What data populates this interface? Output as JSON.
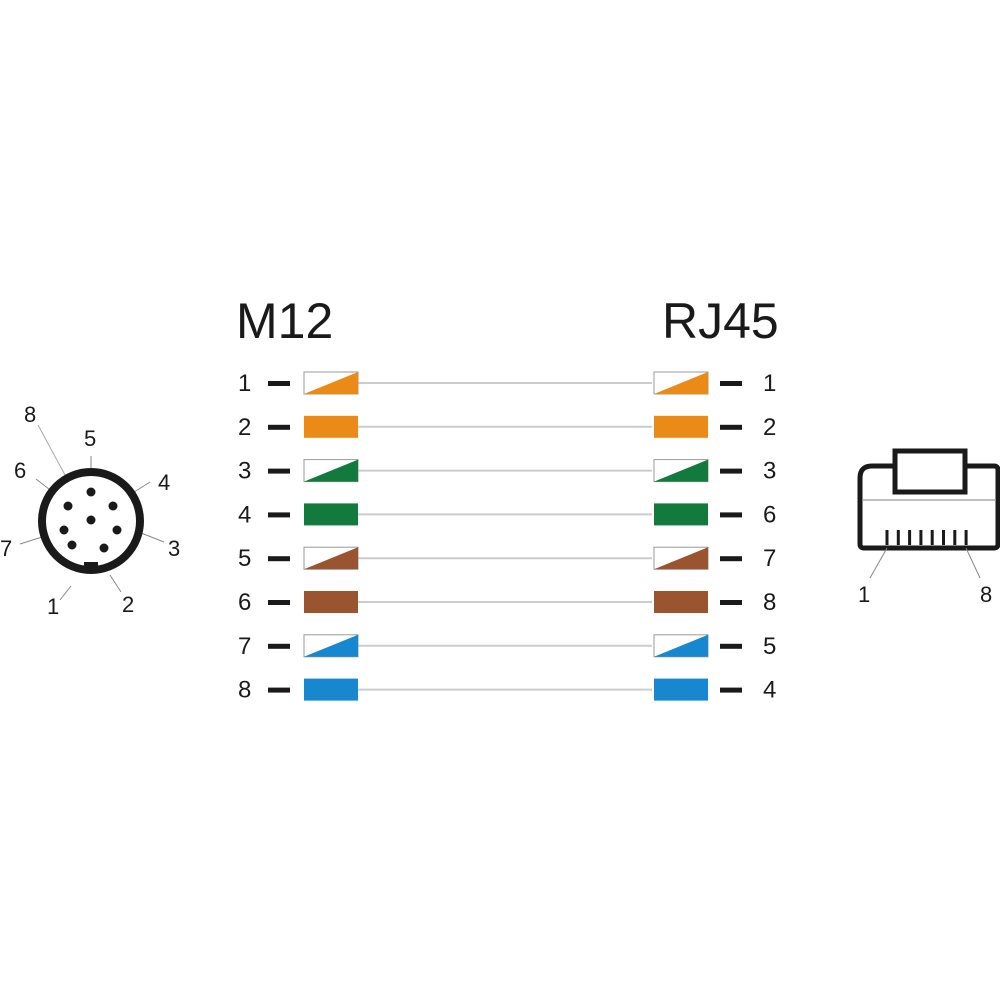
{
  "m12_title": "M12",
  "rj45_title": "RJ45",
  "colors": {
    "orange": "#ea8a17",
    "green": "#127a3d",
    "brown": "#9a5530",
    "blue": "#1787cf",
    "wire": "#cccccc",
    "outline": "#1a1a1a"
  },
  "wires": [
    {
      "m12_pin": "1",
      "rj45_pin": "1",
      "color": "orange",
      "striped": true
    },
    {
      "m12_pin": "2",
      "rj45_pin": "2",
      "color": "orange",
      "striped": false
    },
    {
      "m12_pin": "3",
      "rj45_pin": "3",
      "color": "green",
      "striped": true
    },
    {
      "m12_pin": "4",
      "rj45_pin": "6",
      "color": "green",
      "striped": false
    },
    {
      "m12_pin": "5",
      "rj45_pin": "7",
      "color": "brown",
      "striped": true
    },
    {
      "m12_pin": "6",
      "rj45_pin": "8",
      "color": "brown",
      "striped": false
    },
    {
      "m12_pin": "7",
      "rj45_pin": "5",
      "color": "blue",
      "striped": true
    },
    {
      "m12_pin": "8",
      "rj45_pin": "4",
      "color": "blue",
      "striped": false
    }
  ],
  "m12_connector": {
    "pin_labels": [
      "1",
      "2",
      "3",
      "4",
      "5",
      "6",
      "7",
      "8"
    ]
  },
  "rj45_connector": {
    "pin_labels": [
      "1",
      "8"
    ]
  }
}
